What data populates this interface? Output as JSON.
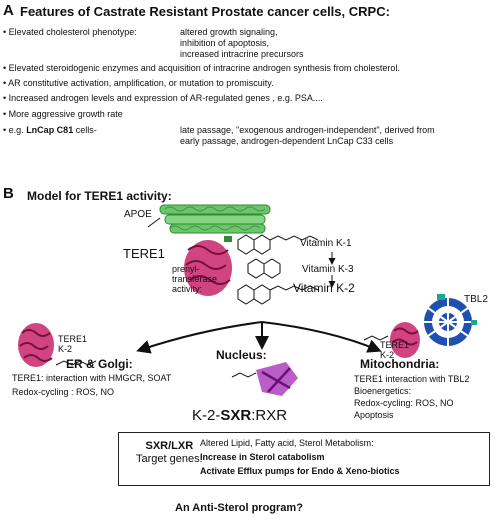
{
  "section_a": {
    "letter": "A",
    "title": "Features of Castrate Resistant Prostate cancer cells, CRPC:",
    "bullet": "•",
    "b1_label": "Elevated cholesterol phenotype:",
    "b1_detail": [
      "altered growth signaling,",
      "inhibition of apoptosis,",
      "increased intracrine precursors"
    ],
    "b2": "Elevated steroidogenic enzymes and acquisition of intracrine androgen synthesis from cholesterol.",
    "b3": "AR constitutive activation, amplification, or mutation to promiscuity.",
    "b4": "Increased  androgen levels and expression of AR-regulated genes , e.g. PSA....",
    "b5": "More aggressive growth rate",
    "b6_prefix": "e.g. ",
    "b6_cell": "LnCap C81",
    "b6_suffix": " cells-",
    "b6_line1": "late passage,   \"exogenous androgen-independent\", derived from",
    "b6_line2": "early passage,   androgen-dependent LnCap C33 cells"
  },
  "section_b": {
    "letter": "B",
    "title": "Model for TERE1 activity:",
    "apoe": "APOE",
    "tere1_main": "TERE1",
    "prenyl": [
      "prenyl-",
      "transferase",
      "activity:"
    ],
    "vitk1": "Vitamin K-1",
    "vitk3": "Vitamin K-3",
    "vitk2": "Vitamin K-2",
    "left_protein": [
      "TERE1",
      "K-2"
    ],
    "right_protein": [
      "TERE1",
      "K-2"
    ],
    "tbl2": "TBL2",
    "er_title": "ER & Golgi:",
    "er_lines": [
      "TERE1: interaction with HMGCR, SOAT",
      "Redox-cycling : ROS, NO"
    ],
    "nucleus_title": "Nucleus:",
    "mito_title": "Mitochondria:",
    "mito_lines": [
      "TERE1 interaction with TBL2",
      "Bioenergetics:",
      "Redox-cycling:   ROS, NO",
      "Apoptosis"
    ],
    "complex_pre": "K-2-",
    "complex_bold": "SXR",
    "complex_post": ":RXR",
    "box_title": [
      "SXR/LXR",
      "Target genes:"
    ],
    "box_lines": [
      "Altered Lipid, Fatty acid, Sterol Metabolism:",
      "Increase in Sterol catabolism",
      "Activate Efflux pumps for Endo & Xeno-biotics"
    ],
    "footer": "An Anti-Sterol program?"
  },
  "colors": {
    "protein": "#c8246a",
    "helix_green": "#6cc46c",
    "helix_dark": "#2e8b2e",
    "purple": "#b040c0",
    "blue": "#1f4fb0",
    "teal": "#1aa98f"
  }
}
